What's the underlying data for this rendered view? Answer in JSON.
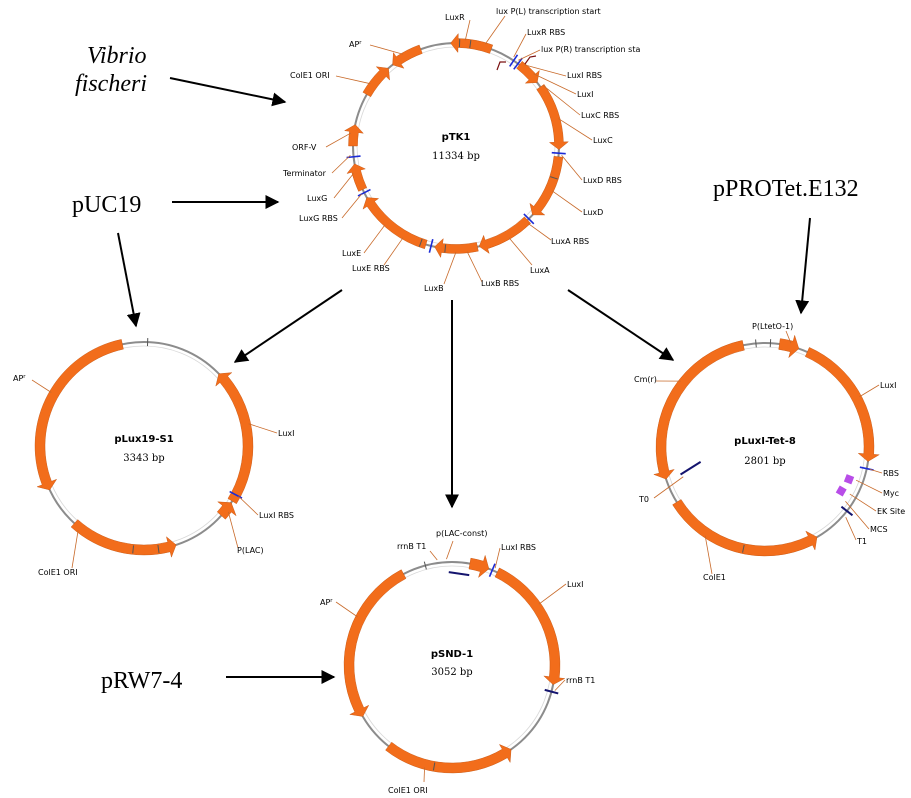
{
  "colors": {
    "gene": "#f26d1b",
    "promoter": "#7a1010",
    "rbs": "#1b2bd6",
    "terminator": "#14146e",
    "tag": "#b84de8",
    "backbone": "#8c8c8c"
  },
  "sources": {
    "vibrio_line1": "Vibrio",
    "vibrio_line2": "fischeri",
    "puc19": "pUC19",
    "pprotet": "pPROTet.E132",
    "prw7": "pRW7-4"
  },
  "plasmids": {
    "ptk1": {
      "name": "pTK1",
      "size": "11334 bp",
      "labels": [
        "LuxR",
        "lux P(L) transcription start",
        "LuxR RBS",
        "lux P(R) transcription sta",
        "LuxI RBS",
        "LuxI",
        "LuxC RBS",
        "LuxC",
        "LuxD RBS",
        "LuxD",
        "LuxA RBS",
        "LuxA",
        "LuxB RBS",
        "LuxB",
        "LuxE RBS",
        "LuxE",
        "LuxG RBS",
        "LuxG",
        "Terminator",
        "ORF-V",
        "ColE1 ORI",
        "AP",
        "r"
      ]
    },
    "plux19": {
      "name": "pLux19-S1",
      "size": "3343 bp",
      "labels": [
        "AP",
        "r",
        "LuxI",
        "LuxI RBS",
        "P(LAC)",
        "ColE1 ORI"
      ]
    },
    "psnd1": {
      "name": "pSND-1",
      "size": "3052 bp",
      "labels": [
        "p(LAC-const)",
        "rrnB T1",
        "LuxI RBS",
        "LuxI",
        "AP",
        "r",
        "rrnB T1",
        "ColE1 ORI"
      ]
    },
    "pluxitet": {
      "name": "pLuxI-Tet-8",
      "size": "2801 bp",
      "labels": [
        "P(LtetO-1)",
        "LuxI",
        "Cm(r)",
        "RBS",
        "Myc",
        "EK Site",
        "MCS",
        "T1",
        "T0",
        "ColE1"
      ]
    }
  }
}
